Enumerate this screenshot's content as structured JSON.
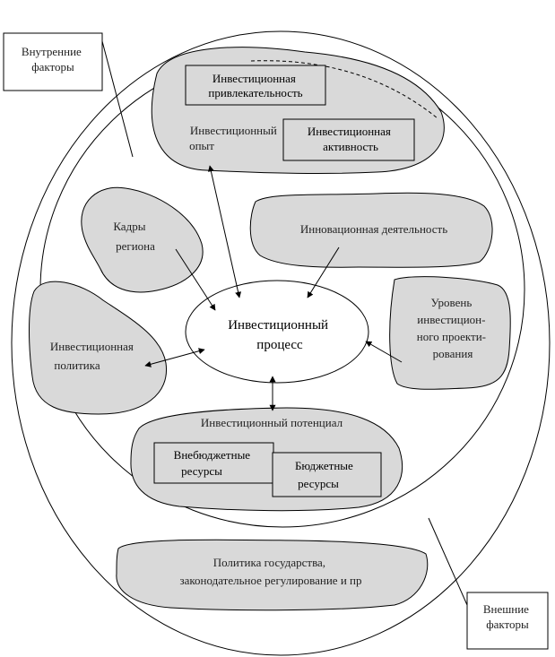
{
  "labels": {
    "internal_factors": [
      "Внутренние",
      "факторы"
    ],
    "external_factors": [
      "Внешние",
      "факторы"
    ],
    "attractiveness": [
      "Инвестиционная",
      "привлекательность"
    ],
    "experience": [
      "Инвестиционный",
      "опыт"
    ],
    "activity": [
      "Инвестиционная",
      "активность"
    ],
    "personnel": [
      "Кадры",
      "региона"
    ],
    "innovation": [
      "Инновационная деятельность"
    ],
    "policy": [
      "Инвестиционная",
      "политика"
    ],
    "center": [
      "Инвестиционный",
      "процесс"
    ],
    "design_level": [
      "Уровень",
      "инвестицион-",
      "ного проекти-",
      "рования"
    ],
    "potential": [
      "Инвестиционный потенциал"
    ],
    "offbudget": [
      "Внебюджетные",
      "ресурсы"
    ],
    "budget": [
      "Бюджетные",
      "ресурсы"
    ],
    "state_policy": [
      "Политика государства,",
      "законодательное регулирование и пр"
    ]
  },
  "colors": {
    "blob_fill": "#d9d9d9",
    "stroke": "#000000",
    "background": "#ffffff"
  }
}
